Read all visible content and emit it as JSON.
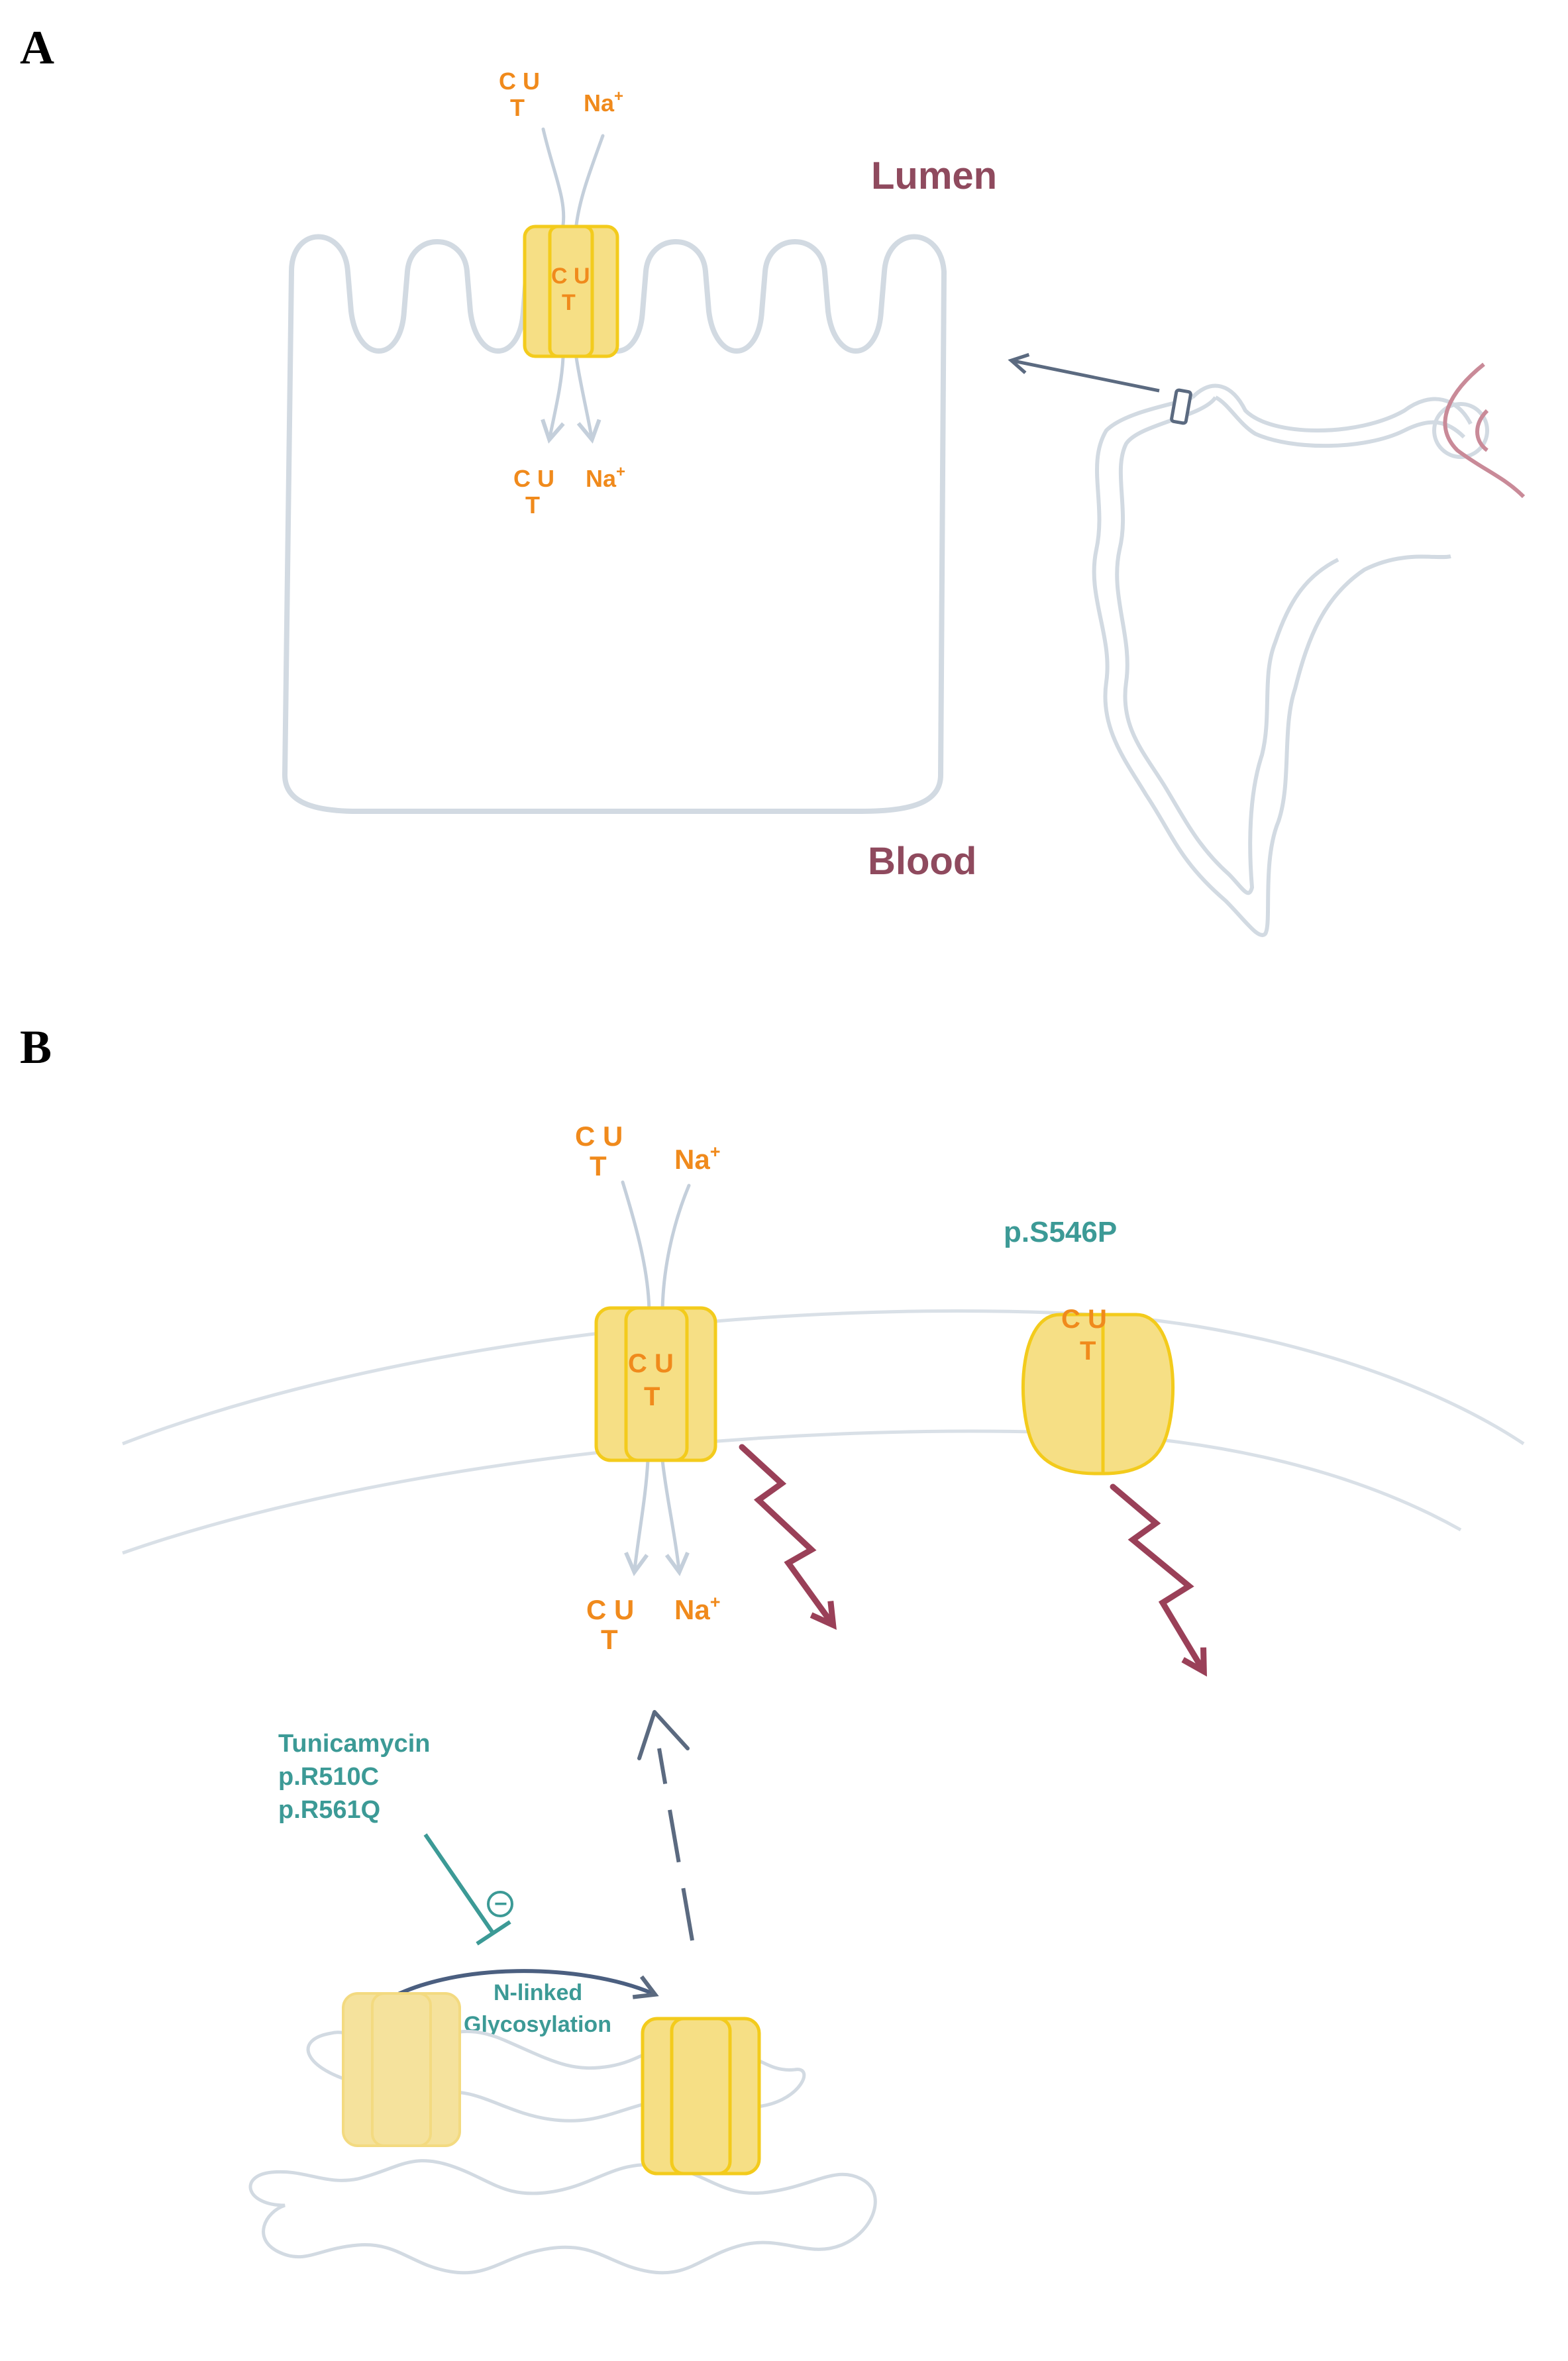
{
  "panels": {
    "a": {
      "letter": "A",
      "lumen_label": "Lumen",
      "blood_label": "Blood",
      "transporter_label": [
        "C U",
        "T"
      ],
      "ions_outside": {
        "cut": [
          "C U",
          "T"
        ],
        "sodium": "Na",
        "sodium_charge": "+"
      },
      "ions_inside": {
        "cut": [
          "C U",
          "T"
        ],
        "sodium": "Na",
        "sodium_charge": "+"
      }
    },
    "b": {
      "letter": "B",
      "ions_outside": {
        "cut": [
          "C U",
          "T"
        ],
        "sodium": "Na",
        "sodium_charge": "+"
      },
      "ions_inside": {
        "cut": [
          "C U",
          "T"
        ],
        "sodium": "Na",
        "sodium_charge": "+"
      },
      "transporter_label": [
        "C U",
        "T"
      ],
      "mutant_label": "p.S546P",
      "mutant_transporter_label": [
        "C U",
        "T"
      ],
      "inhibitors": [
        "Tunicamycin",
        "p.R510C",
        "p.R561Q"
      ],
      "inhibition_symbol": "−",
      "process_label": [
        "N-linked",
        "Glycosylation"
      ]
    }
  },
  "colors": {
    "ion_text": "#f08a1c",
    "site_label": "#8f4a5e",
    "mutation_text": "#3c9a96",
    "transporter_fill": "#f6df85",
    "transporter_stroke": "#f3cb1c",
    "cell_outline": "#d2dae2",
    "lightning": "#9a4058"
  },
  "icons": [
    "lightning-bolt-icon",
    "inhibition-minus-icon",
    "kidney-nephron-icon"
  ]
}
